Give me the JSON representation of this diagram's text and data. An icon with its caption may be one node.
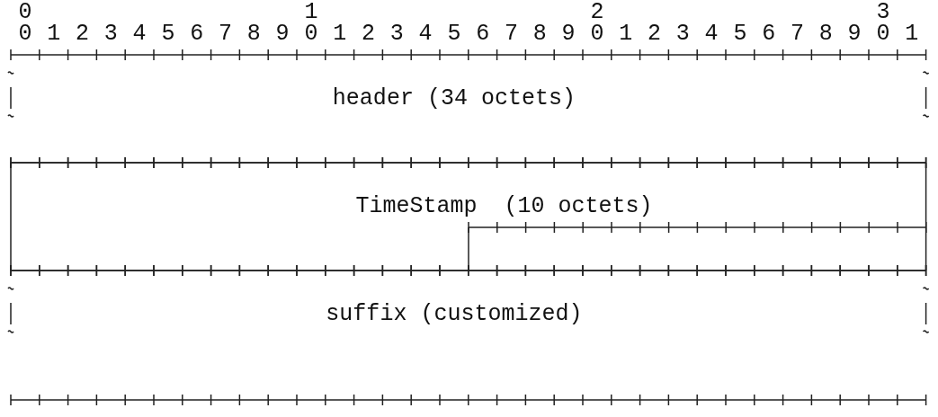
{
  "diagram": {
    "nodes": [
      {
        "text": [
          "header (34 octets)"
        ]
      },
      {
        "text": [
          "TimeStamp  (10 octets)"
        ]
      },
      {
        "text": [],
        "shape": "box",
        "in": 1
      },
      {
        "text": [
          "suffix (customized)"
        ]
      }
    ],
    "labels": [
      "0",
      "1",
      "2",
      "3",
      "0",
      "1",
      "2",
      "3",
      "4",
      "5",
      "6",
      "7",
      "8",
      "9",
      "0",
      "1",
      "2",
      "3",
      "4",
      "5",
      "6",
      "7",
      "8",
      "9",
      "0",
      "1",
      "2",
      "3",
      "4",
      "5",
      "6",
      "7",
      "8",
      "9",
      "0",
      "1"
    ]
  }
}
